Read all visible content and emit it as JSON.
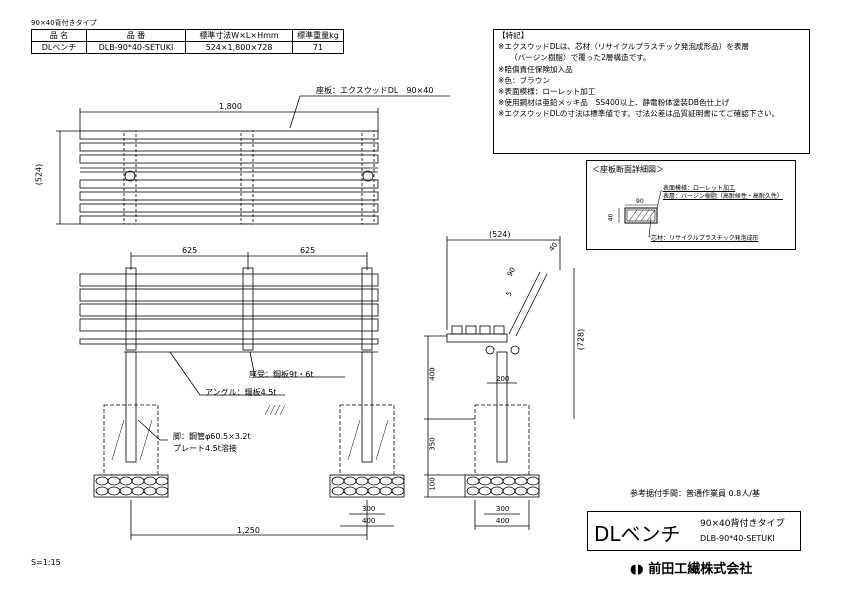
{
  "header_note": "90×40背付きタイプ",
  "spec_table": {
    "headers": [
      "品 名",
      "品 番",
      "標準寸法W×L×Hmm",
      "標準重量kg"
    ],
    "row": [
      "DLベンチ",
      "DLB-90*40-SETUKI",
      "524×1,800×728",
      "71"
    ]
  },
  "features": {
    "title": "【特記】",
    "lines": [
      "※エクスウッドDLは、芯材（リサイクルプラスチック発泡成形品）を表層",
      "（バージン樹脂）で覆った2層構造です。",
      "※賠償責任保険加入品",
      "※色：ブラウン",
      "※表面模様：ローレット加工",
      "※使用鋼材は亜鉛メッキ品　SS400以上、静電粉体塗装DB色仕上げ",
      "※エクスウッドDLの寸法は標準値です。寸法公差は品質証明書にてご確認下さい。"
    ]
  },
  "detail": {
    "title": "＜座板断面詳細図＞",
    "surface_pattern": "表面模様：ローレット加工",
    "surface_layer": "表層：バージン樹脂（高耐候性・高耐久性）",
    "core": "芯材：リサイクルプラスチック発泡成形",
    "width": "90",
    "height": "40"
  },
  "labels": {
    "seat_board": "座板：エクスウッドDL　90×40",
    "seat_support": "座受：鋼板9t・6t",
    "angle": "アングル：鋼板4.5t",
    "leg": "脚：鋼管φ60.5×3.2t",
    "plate": "プレート4.5t溶接",
    "install_time": "参考据付手間：普通作業員 0.8人/基",
    "scale": "S=1:15"
  },
  "dims": {
    "top_length": "1,800",
    "top_depth": "(524)",
    "span_left": "625",
    "span_right": "625",
    "base_width": "1,250",
    "footing_inner": "300",
    "footing_outer": "400",
    "side_depth": "(524)",
    "side_height": "(728)",
    "back_90": "90",
    "back_40": "40",
    "back_5": "5",
    "seat_h": "400",
    "embed": "350",
    "gravel": "100",
    "post_200": "200",
    "side_300": "300",
    "side_400": "400"
  },
  "title_block": {
    "product": "DLベンチ",
    "type": "90×40背付きタイプ",
    "code": "DLB-90*40-SETUKI"
  },
  "company": "前田工繊株式会社"
}
